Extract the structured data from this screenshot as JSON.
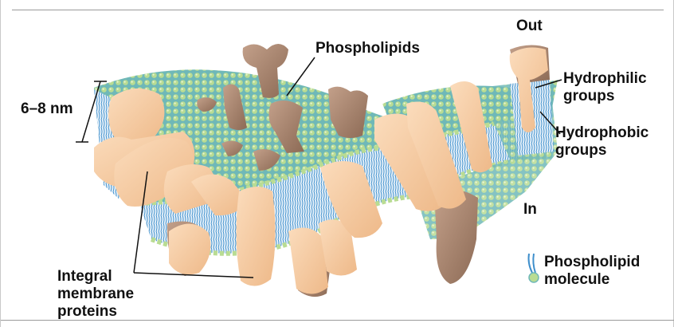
{
  "labels": {
    "out": "Out",
    "in": "In",
    "phospholipids": "Phospholipids",
    "thickness": "6–8 nm",
    "hydrophilic": [
      "Hydrophilic",
      "groups"
    ],
    "hydrophobic": [
      "Hydrophobic",
      "groups"
    ],
    "integral": [
      "Integral",
      "membrane",
      "proteins"
    ],
    "phospholipid_molecule": [
      "Phospholipid",
      "molecule"
    ]
  },
  "colors": {
    "head_green": "#b5d98a",
    "tail_blue": "#3a8fc6",
    "membrane_teal": "#7cc4c0",
    "protein_peach": "#f5c9a0",
    "protein_brown": "#a2816b",
    "line": "#111111"
  }
}
